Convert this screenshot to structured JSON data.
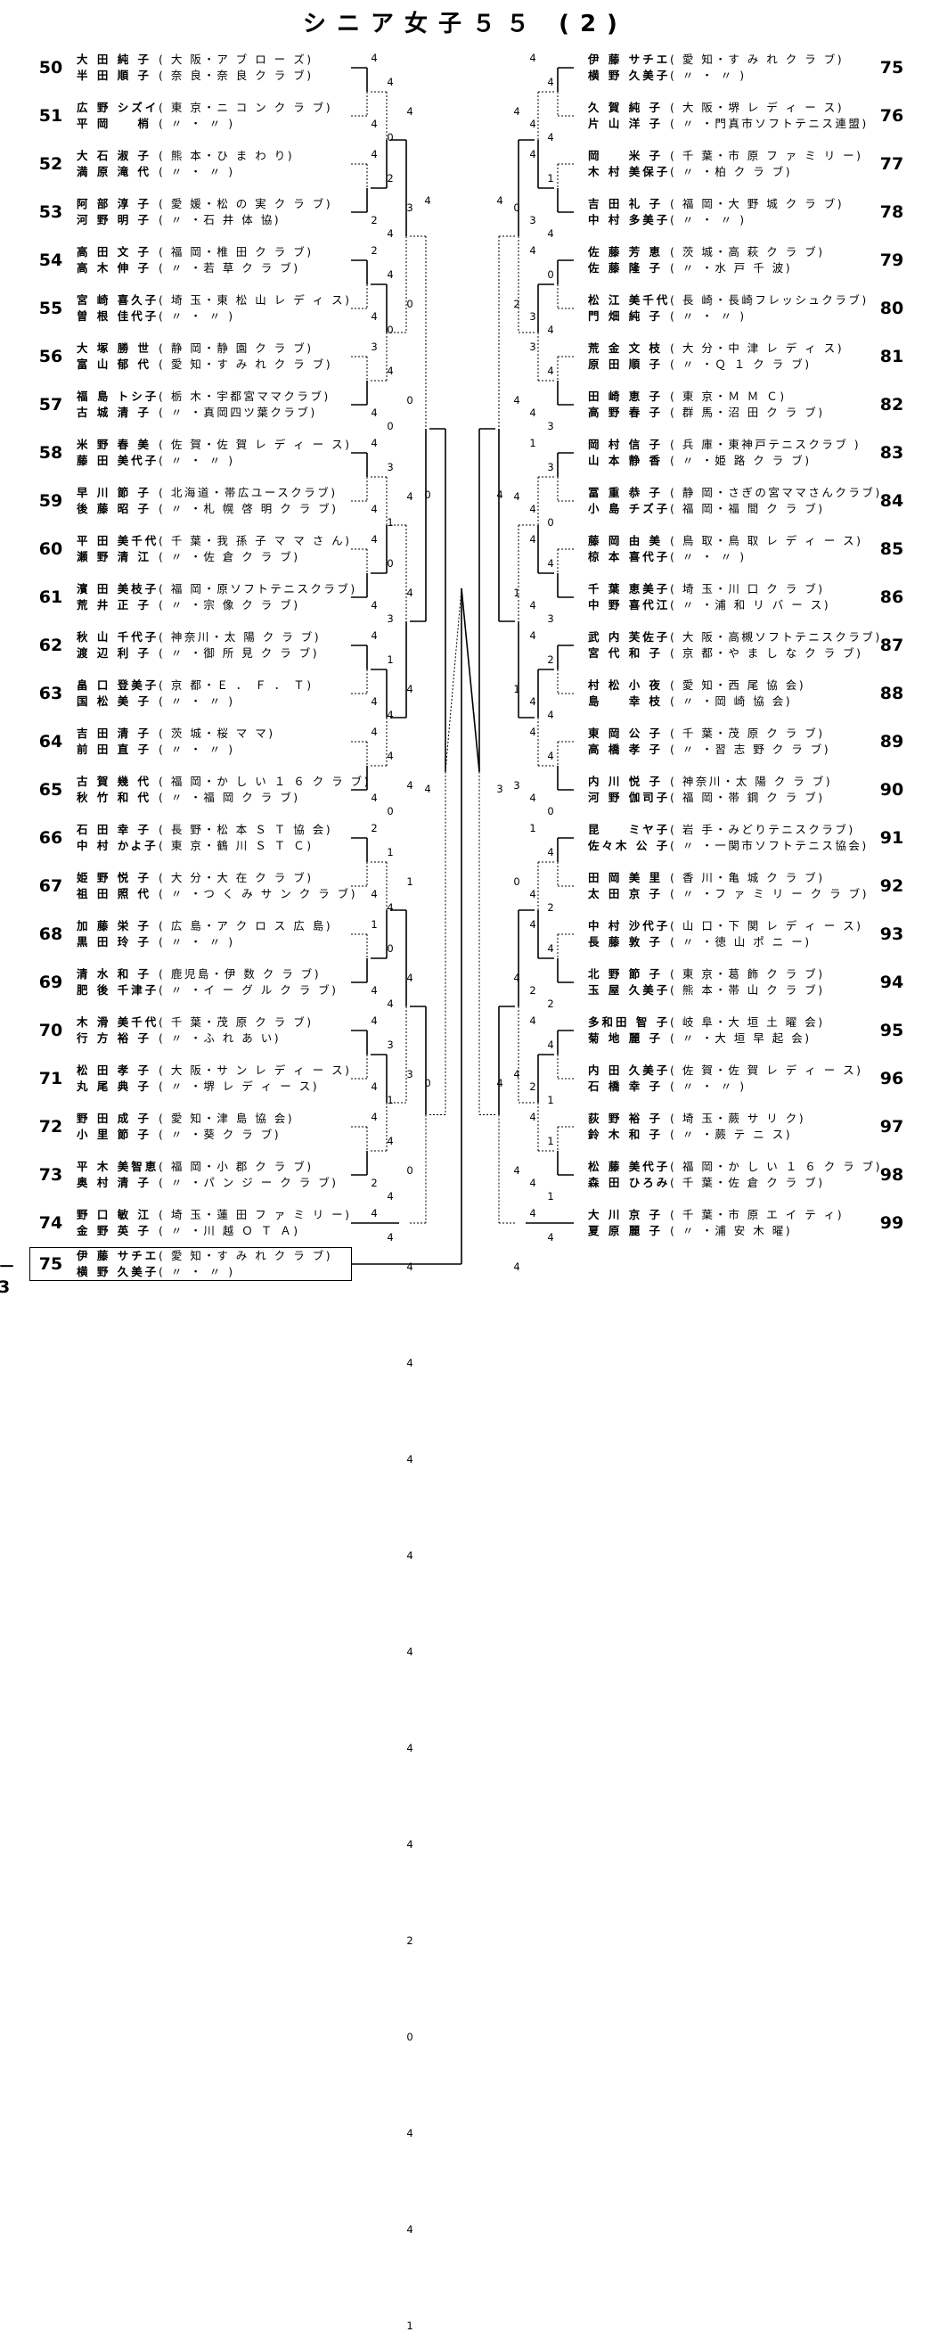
{
  "title": "シニア女子５５ (2)",
  "left": [
    {
      "no": "50",
      "p1": {
        "name": "大 田 純 子",
        "aff": "( 大 阪・ア ブ ロ ー ズ)"
      },
      "p2": {
        "name": "半 田 順 子",
        "aff": "( 奈 良・奈 良 ク ラ ブ)"
      }
    },
    {
      "no": "51",
      "p1": {
        "name": "広 野 シズイ",
        "aff": "( 東 京・ニ コ ン ク ラ ブ)"
      },
      "p2": {
        "name": "平 岡 　 梢",
        "aff": "( 〃 ・ 〃 )"
      }
    },
    {
      "no": "52",
      "p1": {
        "name": "大 石 淑 子",
        "aff": "( 熊 本・ひ ま わ り)"
      },
      "p2": {
        "name": "満 原 滝 代",
        "aff": "( 〃 ・ 〃 )"
      }
    },
    {
      "no": "53",
      "p1": {
        "name": "阿 部 淳 子",
        "aff": "( 愛 媛・松 の 実 ク ラ ブ)"
      },
      "p2": {
        "name": "河 野 明 子",
        "aff": "( 〃 ・石 井 体 協)"
      }
    },
    {
      "no": "54",
      "p1": {
        "name": "高 田 文 子",
        "aff": "( 福 岡・椎 田 ク ラ ブ)"
      },
      "p2": {
        "name": "高 木 伸 子",
        "aff": "( 〃 ・若 草 ク ラ ブ)"
      }
    },
    {
      "no": "55",
      "p1": {
        "name": "宮 崎 喜久子",
        "aff": "( 埼 玉・東 松 山 レ デ ィ ス)"
      },
      "p2": {
        "name": "曽 根 佳代子",
        "aff": "( 〃 ・ 〃 )"
      }
    },
    {
      "no": "56",
      "p1": {
        "name": "大 塚 勝 世",
        "aff": "( 静 岡・静 園 ク ラ ブ)"
      },
      "p2": {
        "name": "富 山 郁 代",
        "aff": "( 愛 知・す み れ ク ラ ブ)"
      }
    },
    {
      "no": "57",
      "p1": {
        "name": "福 島 トシ子",
        "aff": "( 栃 木・宇都宮ママクラブ)"
      },
      "p2": {
        "name": "古 城 清 子",
        "aff": "( 〃 ・真岡四ツ葉クラブ)"
      }
    },
    {
      "no": "58",
      "p1": {
        "name": "米 野 春 美",
        "aff": "( 佐 賀・佐 賀 レ デ ィ ー ス)"
      },
      "p2": {
        "name": "藤 田 美代子",
        "aff": "( 〃 ・ 〃 )"
      }
    },
    {
      "no": "59",
      "p1": {
        "name": "早 川 節 子",
        "aff": "( 北海道・帯広ユースクラブ)"
      },
      "p2": {
        "name": "後 藤 昭 子",
        "aff": "( 〃 ・札 幌 啓 明 ク ラ ブ)"
      }
    },
    {
      "no": "60",
      "p1": {
        "name": "平 田 美千代",
        "aff": "( 千 葉・我 孫 子 マ マ さ ん)"
      },
      "p2": {
        "name": "瀬 野 清 江",
        "aff": "( 〃 ・佐 倉 ク ラ ブ)"
      }
    },
    {
      "no": "61",
      "p1": {
        "name": "濱 田 美枝子",
        "aff": "( 福 岡・原ソフトテニスクラブ)"
      },
      "p2": {
        "name": "荒 井 正 子",
        "aff": "( 〃 ・宗 像 ク ラ ブ)"
      }
    },
    {
      "no": "62",
      "p1": {
        "name": "秋 山 千代子",
        "aff": "( 神奈川・太 陽 ク ラ ブ)"
      },
      "p2": {
        "name": "渡 辺 利 子",
        "aff": "( 〃 ・御 所 見 ク ラ ブ)"
      }
    },
    {
      "no": "63",
      "p1": {
        "name": "畠 口 登美子",
        "aff": "( 京 都・Ｅ ． Ｆ ． Ｔ)"
      },
      "p2": {
        "name": "国 松 美 子",
        "aff": "( 〃 ・ 〃 )"
      }
    },
    {
      "no": "64",
      "p1": {
        "name": "吉 田 清 子",
        "aff": "( 茨 城・桜 マ マ)"
      },
      "p2": {
        "name": "前 田 直 子",
        "aff": "( 〃 ・ 〃 )"
      }
    },
    {
      "no": "65",
      "p1": {
        "name": "古 賀 幾 代",
        "aff": "( 福 岡・か し い １ ６ ク ラ ブ)"
      },
      "p2": {
        "name": "秋 竹 和 代",
        "aff": "( 〃 ・福 岡 ク ラ ブ)"
      }
    },
    {
      "no": "66",
      "p1": {
        "name": "石 田 幸 子",
        "aff": "( 長 野・松 本 Ｓ Ｔ 協 会)"
      },
      "p2": {
        "name": "中 村 かよ子",
        "aff": "( 東 京・鶴 川 Ｓ Ｔ Ｃ)"
      }
    },
    {
      "no": "67",
      "p1": {
        "name": "姫 野 悦 子",
        "aff": "( 大 分・大 在 ク ラ ブ)"
      },
      "p2": {
        "name": "祖 田 照 代",
        "aff": "( 〃 ・つ く み サ ン ク ラ ブ)"
      }
    },
    {
      "no": "68",
      "p1": {
        "name": "加 藤 栄 子",
        "aff": "( 広 島・ア ク ロ ス 広 島)"
      },
      "p2": {
        "name": "黒 田 玲 子",
        "aff": "( 〃 ・ 〃 )"
      }
    },
    {
      "no": "69",
      "p1": {
        "name": "清 水 和 子",
        "aff": "( 鹿児島・伊 数 ク ラ ブ)"
      },
      "p2": {
        "name": "肥 後 千津子",
        "aff": "( 〃 ・イ ー グ ル ク ラ ブ)"
      }
    },
    {
      "no": "70",
      "p1": {
        "name": "木 滑 美千代",
        "aff": "( 千 葉・茂 原 ク ラ ブ)"
      },
      "p2": {
        "name": "行 方 裕 子",
        "aff": "( 〃 ・ふ れ あ い)"
      }
    },
    {
      "no": "71",
      "p1": {
        "name": "松 田 孝 子",
        "aff": "( 大 阪・サ ン レ デ ィ ー ス)"
      },
      "p2": {
        "name": "丸 尾 典 子",
        "aff": "( 〃 ・堺 レ デ ィ ー ス)"
      }
    },
    {
      "no": "72",
      "p1": {
        "name": "野 田 成 子",
        "aff": "( 愛 知・津 島 協 会)"
      },
      "p2": {
        "name": "小 里 節 子",
        "aff": "( 〃 ・葵 ク ラ ブ)"
      }
    },
    {
      "no": "73",
      "p1": {
        "name": "平 木 美智恵",
        "aff": "( 福 岡・小 郡 ク ラ ブ)"
      },
      "p2": {
        "name": "奥 村 清 子",
        "aff": "( 〃 ・パ ン ジ ー ク ラ ブ)"
      }
    },
    {
      "no": "74",
      "p1": {
        "name": "野 口 敏 江",
        "aff": "( 埼 玉・蓮 田 フ ァ ミ リ ー)"
      },
      "p2": {
        "name": "金 野 英 子",
        "aff": "( 〃 ・川 越 Ｏ Ｔ Ａ)"
      }
    }
  ],
  "right": [
    {
      "no": "75",
      "p1": {
        "name": "伊 藤 サチエ",
        "aff": "( 愛 知・す み れ ク ラ ブ)"
      },
      "p2": {
        "name": "横 野 久美子",
        "aff": "( 〃 ・ 〃 )"
      }
    },
    {
      "no": "76",
      "p1": {
        "name": "久 賀 純 子",
        "aff": "( 大 阪・堺 レ デ ィ ー ス)"
      },
      "p2": {
        "name": "片 山 洋 子",
        "aff": "( 〃 ・門真市ソフトテニス連盟)"
      }
    },
    {
      "no": "77",
      "p1": {
        "name": "岡 　 米 子",
        "aff": "( 千 葉・市 原 フ ァ ミ リ ー)"
      },
      "p2": {
        "name": "木 村 美保子",
        "aff": "( 〃 ・柏 ク ラ ブ)"
      }
    },
    {
      "no": "78",
      "p1": {
        "name": "吉 田 礼 子",
        "aff": "( 福 岡・大 野 城 ク ラ ブ)"
      },
      "p2": {
        "name": "中 村 多美子",
        "aff": "( 〃 ・ 〃 )"
      }
    },
    {
      "no": "79",
      "p1": {
        "name": "佐 藤 芳 恵",
        "aff": "( 茨 城・高 萩 ク ラ ブ)"
      },
      "p2": {
        "name": "佐 藤 隆 子",
        "aff": "( 〃 ・水 戸 千 波)"
      }
    },
    {
      "no": "80",
      "p1": {
        "name": "松 江 美千代",
        "aff": "( 長 崎・長崎フレッシュクラブ)"
      },
      "p2": {
        "name": "門 畑 純 子",
        "aff": "( 〃 ・ 〃 )"
      }
    },
    {
      "no": "81",
      "p1": {
        "name": "荒 金 文 枝",
        "aff": "( 大 分・中 津 レ デ ィ ス)"
      },
      "p2": {
        "name": "原 田 順 子",
        "aff": "( 〃 ・Ｑ １ ク ラ ブ)"
      }
    },
    {
      "no": "82",
      "p1": {
        "name": "田 崎 恵 子",
        "aff": "( 東 京・Ｍ Ｍ Ｃ)"
      },
      "p2": {
        "name": "高 野 春 子",
        "aff": "( 群 馬・沼 田 ク ラ ブ)"
      }
    },
    {
      "no": "83",
      "p1": {
        "name": "岡 村 信 子",
        "aff": "( 兵 庫・東神戸テニスクラブ )"
      },
      "p2": {
        "name": "山 本 静 香",
        "aff": "( 〃 ・姫 路 ク ラ ブ)"
      }
    },
    {
      "no": "84",
      "p1": {
        "name": "冨 重 恭 子",
        "aff": "( 静 岡・さぎの宮ママさんクラブ)"
      },
      "p2": {
        "name": "小 島 チズ子",
        "aff": "( 福 岡・福 間 ク ラ ブ)"
      }
    },
    {
      "no": "85",
      "p1": {
        "name": "藤 岡 由 美",
        "aff": "( 鳥 取・鳥 取 レ デ ィ ー ス)"
      },
      "p2": {
        "name": "椋 本 喜代子",
        "aff": "( 〃 ・ 〃 )"
      }
    },
    {
      "no": "86",
      "p1": {
        "name": "千 葉 恵美子",
        "aff": "( 埼 玉・川 口 ク ラ ブ)"
      },
      "p2": {
        "name": "中 野 喜代江",
        "aff": "( 〃 ・浦 和 リ バ ー ス)"
      }
    },
    {
      "no": "87",
      "p1": {
        "name": "武 内 芙佐子",
        "aff": "( 大 阪・高槻ソフトテニスクラブ)"
      },
      "p2": {
        "name": "宮 代 和 子",
        "aff": "( 京 都・や ま し な ク ラ ブ)"
      }
    },
    {
      "no": "88",
      "p1": {
        "name": "村 松 小 夜",
        "aff": "( 愛 知・西 尾 協 会)"
      },
      "p2": {
        "name": "島 　 幸 枝",
        "aff": "( 〃 ・岡 崎 協 会)"
      }
    },
    {
      "no": "89",
      "p1": {
        "name": "東 岡 公 子",
        "aff": "( 千 葉・茂 原 ク ラ ブ)"
      },
      "p2": {
        "name": "高 橋 孝 子",
        "aff": "( 〃 ・習 志 野 ク ラ ブ)"
      }
    },
    {
      "no": "90",
      "p1": {
        "name": "内 川 悦 子",
        "aff": "( 神奈川・太 陽 ク ラ ブ)"
      },
      "p2": {
        "name": "河 野 伽司子",
        "aff": "( 福 岡・帯 鋼 ク ラ ブ)"
      }
    },
    {
      "no": "91",
      "p1": {
        "name": "昆 　 ミヤ子",
        "aff": "( 岩 手・みどりテニスクラブ)"
      },
      "p2": {
        "name": "佐々木 公 子",
        "aff": "( 〃 ・一関市ソフトテニス協会)"
      }
    },
    {
      "no": "92",
      "p1": {
        "name": "田 岡 美 里",
        "aff": "( 香 川・亀 城 ク ラ ブ)"
      },
      "p2": {
        "name": "太 田 京 子",
        "aff": "( 〃 ・フ ァ ミ リ ー ク ラ ブ)"
      }
    },
    {
      "no": "93",
      "p1": {
        "name": "中 村 沙代子",
        "aff": "( 山 口・下 関 レ デ ィ ー ス)"
      },
      "p2": {
        "name": "長 藤 敦 子",
        "aff": "( 〃 ・徳 山 ポ ニ ー)"
      }
    },
    {
      "no": "94",
      "p1": {
        "name": "北 野 節 子",
        "aff": "( 東 京・葛 飾 ク ラ ブ)"
      },
      "p2": {
        "name": "玉 屋 久美子",
        "aff": "( 熊 本・帯 山 ク ラ ブ)"
      }
    },
    {
      "no": "95",
      "p1": {
        "name": "多和田 智 子",
        "aff": "( 岐 阜・大 垣 土 曜 会)"
      },
      "p2": {
        "name": "菊 地 麗 子",
        "aff": "( 〃 ・大 垣 早 起 会)"
      }
    },
    {
      "no": "96",
      "p1": {
        "name": "内 田 久美子",
        "aff": "( 佐 賀・佐 賀 レ デ ィ ー ス)"
      },
      "p2": {
        "name": "石 橋 幸 子",
        "aff": "( 〃 ・ 〃 )"
      }
    },
    {
      "no": "97",
      "p1": {
        "name": "荻 野 裕 子",
        "aff": "( 埼 玉・蕨 サ リ ク)"
      },
      "p2": {
        "name": "鈴 木 和 子",
        "aff": "( 〃 ・蕨 テ ニ ス)"
      }
    },
    {
      "no": "98",
      "p1": {
        "name": "松 藤 美代子",
        "aff": "( 福 岡・か し い １ ６ ク ラ ブ)"
      },
      "p2": {
        "name": "森 田 ひろみ",
        "aff": "( 千 葉・佐 倉 ク ラ ブ)"
      }
    },
    {
      "no": "99",
      "p1": {
        "name": "大 川 京 子",
        "aff": "( 千 葉・市 原 エ イ テ ィ)"
      },
      "p2": {
        "name": "夏 原 麗 子",
        "aff": "( 〃 ・浦 安 木 曜)"
      }
    }
  ],
  "winner": {
    "prefix": "－3",
    "no": "75",
    "p1": {
      "name": "伊 藤 サチエ",
      "aff": "( 愛 知・す み れ ク ラ ブ)"
    },
    "p2": {
      "name": "横 野 久美子",
      "aff": "( 〃 ・ 〃 )"
    }
  },
  "scores": {
    "L1": [
      "4",
      "4",
      "4",
      "2",
      "2",
      "4",
      "3",
      "4",
      "4",
      "4",
      "4",
      "4",
      "4",
      "4",
      "4",
      "4",
      "2",
      "4",
      "1",
      "4",
      "4",
      "4",
      "4",
      "2",
      "4"
    ],
    "L2": [
      "4",
      "0",
      "2",
      "4",
      "4",
      "0",
      "4",
      "0",
      "3",
      "1",
      "0",
      "3",
      "1",
      "4",
      "4",
      "0",
      "1",
      "4",
      "0",
      "4",
      "3",
      "1",
      "4",
      "4",
      "4"
    ],
    "L3": [
      "4",
      "3",
      "0",
      "0",
      "4",
      "4",
      "4",
      "4",
      "1",
      "4",
      "3",
      "0",
      "4",
      "4",
      "4",
      "4",
      "4",
      "4",
      "4",
      "2",
      "0",
      "4",
      "4",
      "1"
    ],
    "L4": [
      "4",
      "0",
      "4",
      "0"
    ],
    "R1": [
      "4",
      "4",
      "4",
      "3",
      "4",
      "3",
      "3",
      "4",
      "1",
      "4",
      "4",
      "4",
      "4",
      "4",
      "4",
      "4",
      "1",
      "4",
      "4",
      "2",
      "4",
      "2",
      "4",
      "4",
      "4"
    ],
    "R2": [
      "4",
      "4",
      "1",
      "4",
      "0",
      "4",
      "4",
      "3",
      "3",
      "0",
      "4",
      "3",
      "2",
      "4",
      "4",
      "0",
      "4",
      "2",
      "4",
      "2",
      "4",
      "1",
      "1",
      "1",
      "4"
    ],
    "R3": [
      "4",
      "0",
      "2",
      "4",
      "4",
      "1",
      "1",
      "3",
      "0",
      "4",
      "4",
      "4",
      "4"
    ],
    "R4": [
      "4",
      "4",
      "3",
      "4"
    ]
  }
}
